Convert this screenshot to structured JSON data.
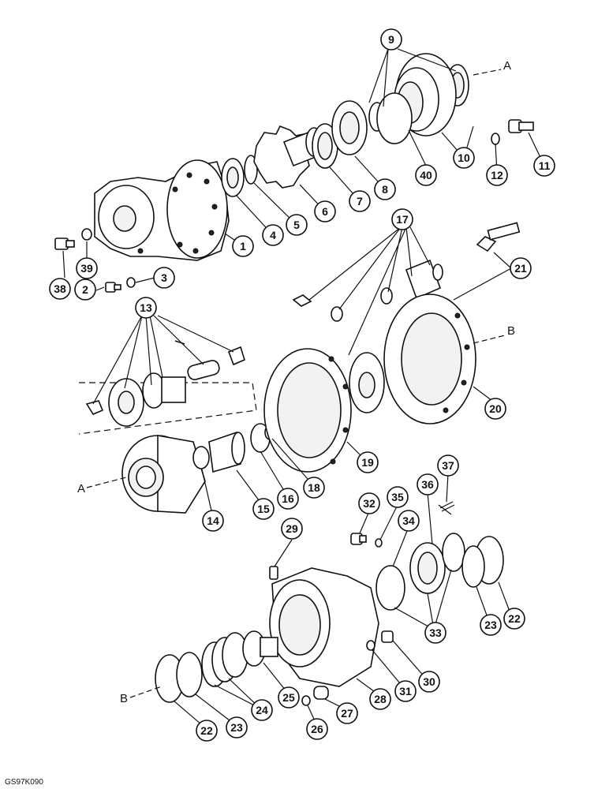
{
  "figure_code": "GS97K090",
  "refs": {
    "A_top": "A",
    "A_left": "A",
    "B_right": "B",
    "B_left": "B"
  },
  "callouts": [
    "1",
    "2",
    "3",
    "4",
    "5",
    "6",
    "7",
    "8",
    "9",
    "10",
    "11",
    "12",
    "13",
    "14",
    "15",
    "16",
    "17",
    "18",
    "19",
    "20",
    "21",
    "22",
    "22",
    "23",
    "23",
    "24",
    "25",
    "26",
    "27",
    "28",
    "29",
    "30",
    "31",
    "32",
    "33",
    "34",
    "35",
    "36",
    "37",
    "38",
    "39",
    "40"
  ]
}
